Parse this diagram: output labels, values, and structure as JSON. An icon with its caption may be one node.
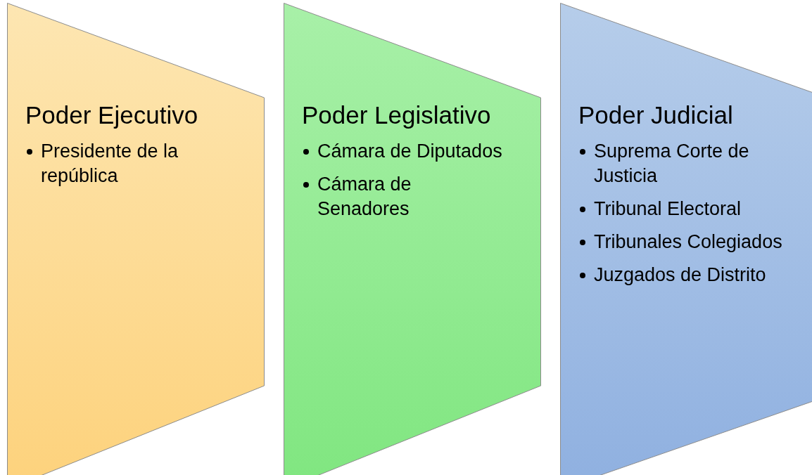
{
  "diagram": {
    "nodes": [
      {
        "text": [
          "Poder Ejecutivo",
          "Presidente de la república"
        ]
      },
      {
        "text": [
          "Poder Legislativo",
          "Cámara de Diputados",
          "Cámara de Senadores"
        ]
      },
      {
        "text": [
          "Poder Judicial",
          "Suprema Corte de Justicia",
          "Tribunal Electoral",
          "Tribunales Colegiados",
          "Juzgados de Distrito"
        ]
      }
    ]
  }
}
